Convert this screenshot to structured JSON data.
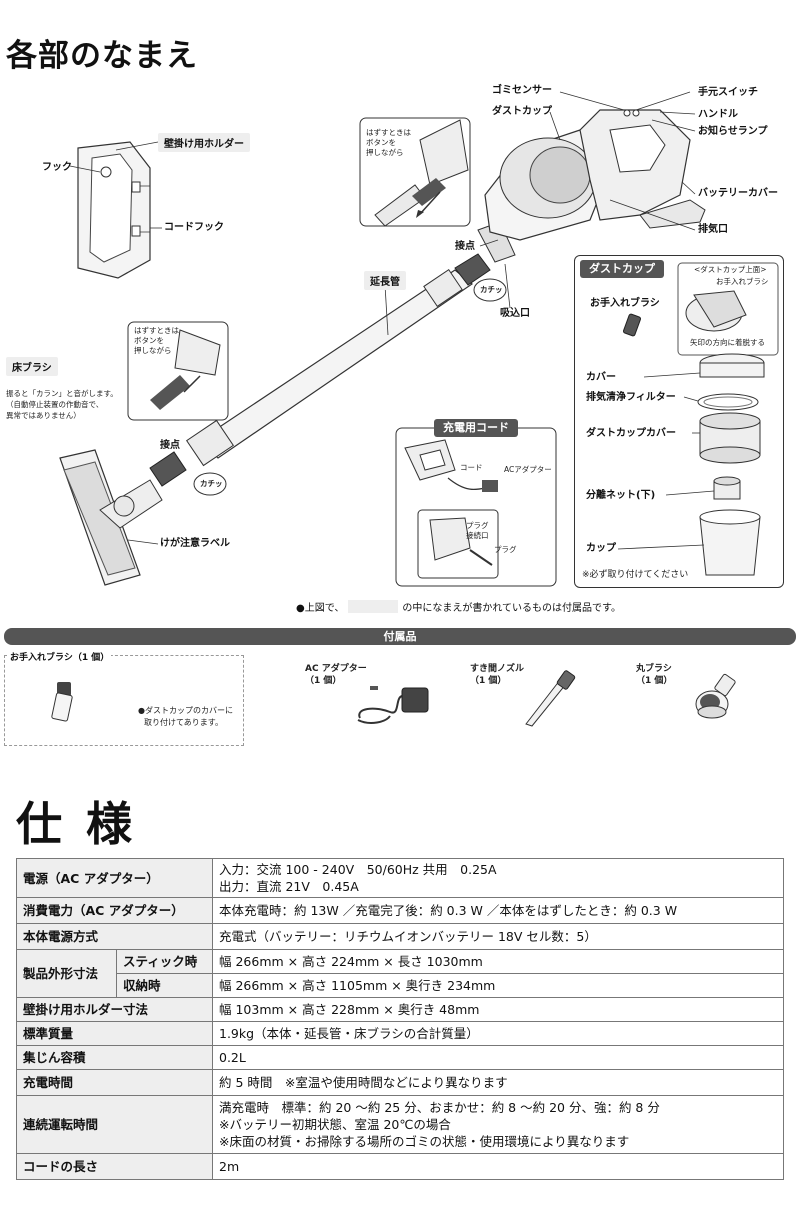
{
  "names_title": "各部のなまえ",
  "spec_title": "仕 様",
  "labels": {
    "gomi_sensor": "ゴミセンサー",
    "hand_switch": "手元スイッチ",
    "dust_cup": "ダストカップ",
    "handle": "ハンドル",
    "notify_lamp": "お知らせランプ",
    "battery_cover": "バッテリーカバー",
    "exhaust": "排気口",
    "connect_main": "接点",
    "intake": "吸込口",
    "click1": "カチッ",
    "extension_pipe": "延長管",
    "release_text_top": [
      "はずすときは",
      "ボタンを",
      "押しながら"
    ],
    "release_text_mid": [
      "はずすときは",
      "ボタンを",
      "押しながら"
    ],
    "wall_holder": "壁掛け用ホルダー",
    "hook": "フック",
    "cord_hook": "コードフック",
    "floor_brush": "床ブラシ",
    "floor_brush_note": [
      "振ると「カラン」と音がします。",
      "（自動停止装置の作動音で、",
      "異常ではありません）"
    ],
    "connect_floor": "接点",
    "click2": "カチッ",
    "caution_label": "けが注意ラベル",
    "charge_cord": "充電用コード",
    "cord": "コード",
    "ac_adapter_lbl": "ACアダプター",
    "plug_port": [
      "プラグ",
      "接続口"
    ],
    "plug": "プラグ",
    "dust_cup_panel": "ダストカップ",
    "dust_cup_top": "<ダストカップ上面>",
    "care_brush_small": "お手入れブラシ",
    "arrow_remove": "矢印の方向に着脱する",
    "care_brush": "お手入れブラシ",
    "cover": "カバー",
    "exhaust_filter": "排気清浄フィルター",
    "dust_cup_cover": "ダストカップカバー",
    "separator_net": "分離ネット(下)",
    "cup": "カップ",
    "must_attach": "※必ず取り付けてください",
    "note_prefix": "●上図で、",
    "note_suffix": "の中になまえが書かれているものは付属品です。"
  },
  "accessories": {
    "header": "付属品",
    "care_brush_title": "お手入れブラシ（1 個）",
    "care_brush_note": [
      "●ダストカップのカバーに",
      "取り付けてあります。"
    ],
    "ac_adapter": [
      "AC アダプター",
      "（1 個）"
    ],
    "crevice": [
      "すき間ノズル",
      "（1 個）"
    ],
    "round_brush": [
      "丸ブラシ",
      "（1 個）"
    ]
  },
  "spec_rows": [
    {
      "key": "電源（AC アダプター）",
      "lines": [
        "入力：交流 100 - 240V　50/60Hz 共用　0.25A",
        "出力：直流 21V　0.45A"
      ]
    },
    {
      "key": "消費電力（AC アダプター）",
      "lines": [
        "本体充電時：約 13W ／充電完了後：約 0.3 W ／本体をはずしたとき：約 0.3 W"
      ]
    },
    {
      "key": "本体電源方式",
      "lines": [
        "充電式（バッテリー：リチウムイオンバッテリー 18V セル数：5）"
      ]
    },
    {
      "key": "製品外形寸法",
      "sub": "スティック時",
      "lines": [
        "幅 266mm × 高さ 224mm × 長さ 1030mm"
      ]
    },
    {
      "sub": "収納時",
      "lines": [
        "幅 266mm × 高さ 1105mm × 奥行き 234mm"
      ]
    },
    {
      "key": "壁掛け用ホルダー寸法",
      "lines": [
        "幅 103mm × 高さ 228mm × 奥行き 48mm"
      ]
    },
    {
      "key": "標準質量",
      "lines": [
        "1.9kg（本体・延長管・床ブラシの合計質量）"
      ]
    },
    {
      "key": "集じん容積",
      "lines": [
        "0.2L"
      ]
    },
    {
      "key": "充電時間",
      "lines": [
        "約 5 時間　※室温や使用時間などにより異なります"
      ]
    },
    {
      "key": "連続運転時間",
      "lines": [
        "満充電時　標準：約 20 〜約 25 分、おまかせ：約 8 〜約 20 分、強：約 8 分",
        "※バッテリー初期状態、室温 20℃の場合",
        "※床面の材質・お掃除する場所のゴミの状態・使用環境により異なります"
      ]
    },
    {
      "key": "コードの長さ",
      "lines": [
        "2m"
      ]
    }
  ]
}
